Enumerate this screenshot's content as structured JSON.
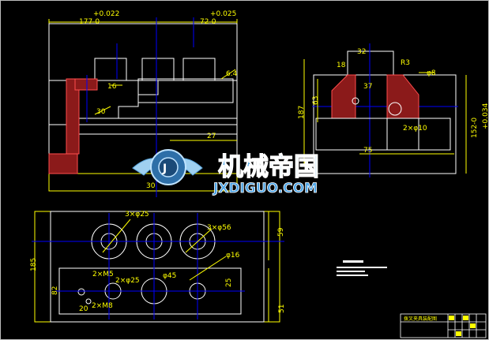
{
  "colors": {
    "background": "#000000",
    "outline": "#ffffff",
    "dimension": "#ffff00",
    "centerline": "#0000ff",
    "hatch": "#cc3333",
    "blue_dim": "#3a66ff",
    "logo_blue": "#4aa3e6"
  },
  "front_view": {
    "tol_left_plus": "+0.022",
    "tol_left_minus": "177-0",
    "tol_right_plus": "+0.025",
    "tol_right_minus": "72-0",
    "dim_bottom": "30",
    "dim_27": "27",
    "dim_16": "16",
    "dim_30_small": "30",
    "dim_6_4": "6.4"
  },
  "side_view": {
    "dim_32": "32",
    "dim_18": "18",
    "dim_r3": "R3",
    "dim_37": "37",
    "dim_63": "63",
    "dim_187": "187",
    "dim_2x10": "2×φ10",
    "dim_75": "75",
    "dim_152_plus": "+0.034",
    "dim_152": "152-0",
    "dim_small": "φ8"
  },
  "top_view": {
    "dim_3x25": "3×φ25",
    "dim_3x56": "3×φ56",
    "dim_59": "59",
    "dim_16": "φ16",
    "dim_185": "185",
    "dim_2xm5": "2×M5",
    "dim_2x25": "2×φ25",
    "dim_45": "φ45",
    "dim_25": "25",
    "dim_82": "82",
    "dim_2xm8": "2×M8",
    "dim_20": "20",
    "dim_51": "51"
  },
  "logo": {
    "chinese": "机械帝国",
    "latin": "JXDIGUO.COM"
  },
  "title_block": {
    "title": "拨叉夹具装配图"
  }
}
